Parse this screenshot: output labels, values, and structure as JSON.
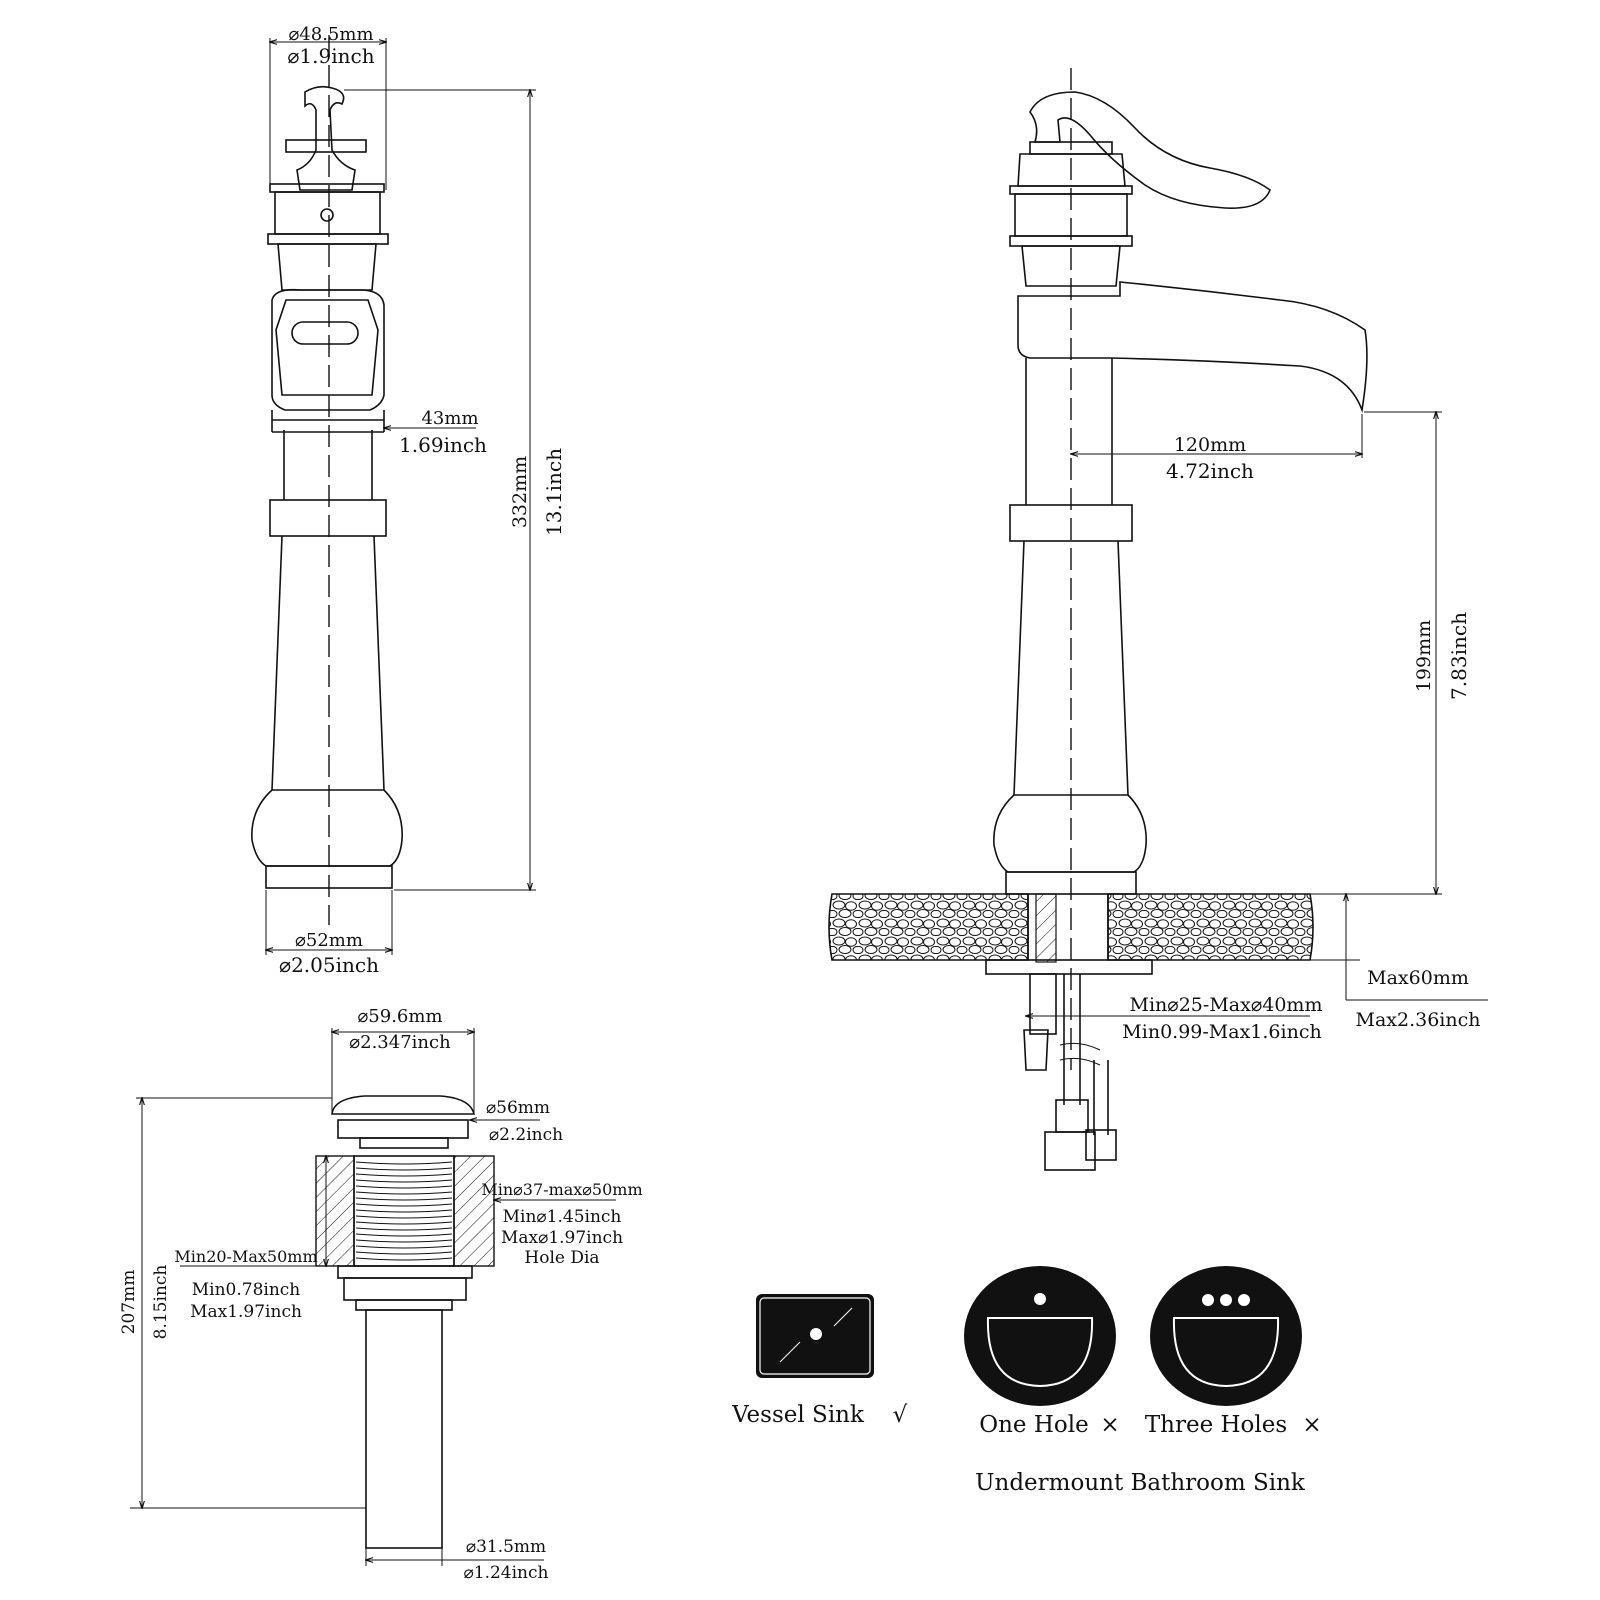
{
  "front_view": {
    "top_diameter_mm": "⌀48.5mm",
    "top_diameter_in": "⌀1.9inch",
    "neck_width_mm": "43mm",
    "neck_width_in": "1.69inch",
    "height_mm": "332mm",
    "height_in": "13.1inch",
    "base_diameter_mm": "⌀52mm",
    "base_diameter_in": "⌀2.05inch"
  },
  "side_view": {
    "reach_mm": "120mm",
    "reach_in": "4.72inch",
    "spout_height_mm": "199mm",
    "spout_height_in": "7.83inch",
    "deck_thickness_mm": "Max60mm",
    "deck_thickness_in": "Max2.36inch",
    "hole_dia_mm": "Min⌀25-Max⌀40mm",
    "hole_dia_in": "Min0.99-Max1.6inch"
  },
  "drain": {
    "cap_diameter_mm": "⌀59.6mm",
    "cap_diameter_in": "⌀2.347inch",
    "flange_mm": "⌀56mm",
    "flange_in": "⌀2.2inch",
    "hole_range_mm": "Min⌀37-max⌀50mm",
    "hole_min_in": "Min⌀1.45inch",
    "hole_max_in": "Max⌀1.97inch",
    "hole_label": "Hole Dia",
    "thickness_mm": "Min20-Max50mm",
    "thickness_min_in": "Min0.78inch",
    "thickness_max_in": "Max1.97inch",
    "height_mm": "207mm",
    "height_in": "8.15inch",
    "tail_mm": "⌀31.5mm",
    "tail_in": "⌀1.24inch"
  },
  "sinks": {
    "vessel_label": "Vessel Sink",
    "vessel_mark": "√",
    "one_hole_label": "One Hole",
    "one_hole_mark": "×",
    "three_holes_label": "Three Holes",
    "three_holes_mark": "×",
    "undermount_label": "Undermount Bathroom Sink"
  }
}
